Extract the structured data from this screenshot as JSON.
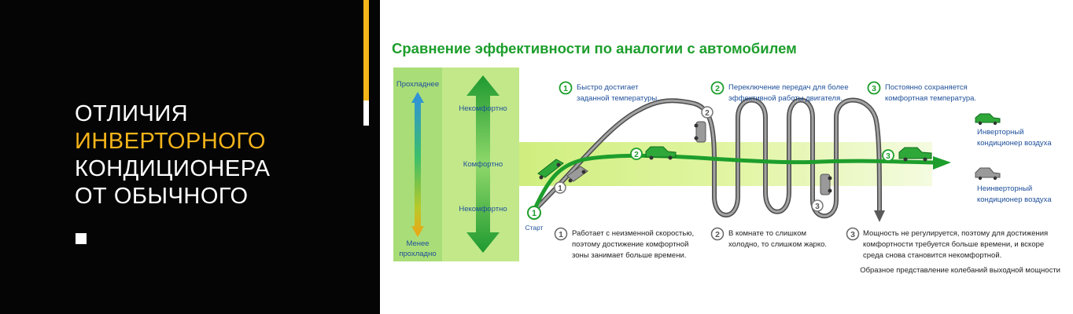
{
  "banner": {
    "line1": "ОТЛИЧИЯ",
    "line2": "ИНВЕРТОРНОГО",
    "line3": "КОНДИЦИОНЕРА",
    "line4": "ОТ ОБЫЧНОГО",
    "accent_color": "#f4b41a"
  },
  "diagram": {
    "title": "Сравнение эффективности по аналогии с автомобилем",
    "scale": {
      "cooler": "Прохладнее",
      "less_cool_1": "Менее",
      "less_cool_2": "прохладно",
      "uncomfortable_top": "Некомфортно",
      "comfortable": "Комфортно",
      "uncomfortable_bottom": "Некомфортно"
    },
    "start_label": "Старт",
    "markers": {
      "one": "1",
      "two": "2",
      "three": "3"
    },
    "top_notes": [
      {
        "num": "1",
        "line1": "Быстро достигает",
        "line2": "заданной температуры."
      },
      {
        "num": "2",
        "line1": "Переключение передач для более",
        "line2": "эффективной работы двигателя."
      },
      {
        "num": "3",
        "line1": "Постоянно сохраняется",
        "line2": "комфортная температура."
      }
    ],
    "bottom_notes": [
      {
        "num": "1",
        "line1": "Работает с неизменной скоростью,",
        "line2": "поэтому достижение комфортной",
        "line3": "зоны занимает больше времени."
      },
      {
        "num": "2",
        "line1": "В комнате то слишком",
        "line2": "холодно, то слишком жарко."
      },
      {
        "num": "3",
        "line1": "Мощность не регулируется, поэтому для достижения",
        "line2": "комфортности требуется больше времени, и вскоре",
        "line3": "среда снова становится некомфортной."
      }
    ],
    "legend": {
      "inverter_1": "Инверторный",
      "inverter_2": "кондиционер воздуха",
      "noninverter_1": "Неинверторный",
      "noninverter_2": "кондиционер воздуха"
    },
    "caption": "Образное представление колебаний выходной мощности",
    "colors": {
      "green": "#1d9e2c",
      "dark_green": "#0f7a23",
      "band": "#d6f08a",
      "panel": "#c2e88a",
      "gray_path": "#8a8a8a"
    }
  }
}
